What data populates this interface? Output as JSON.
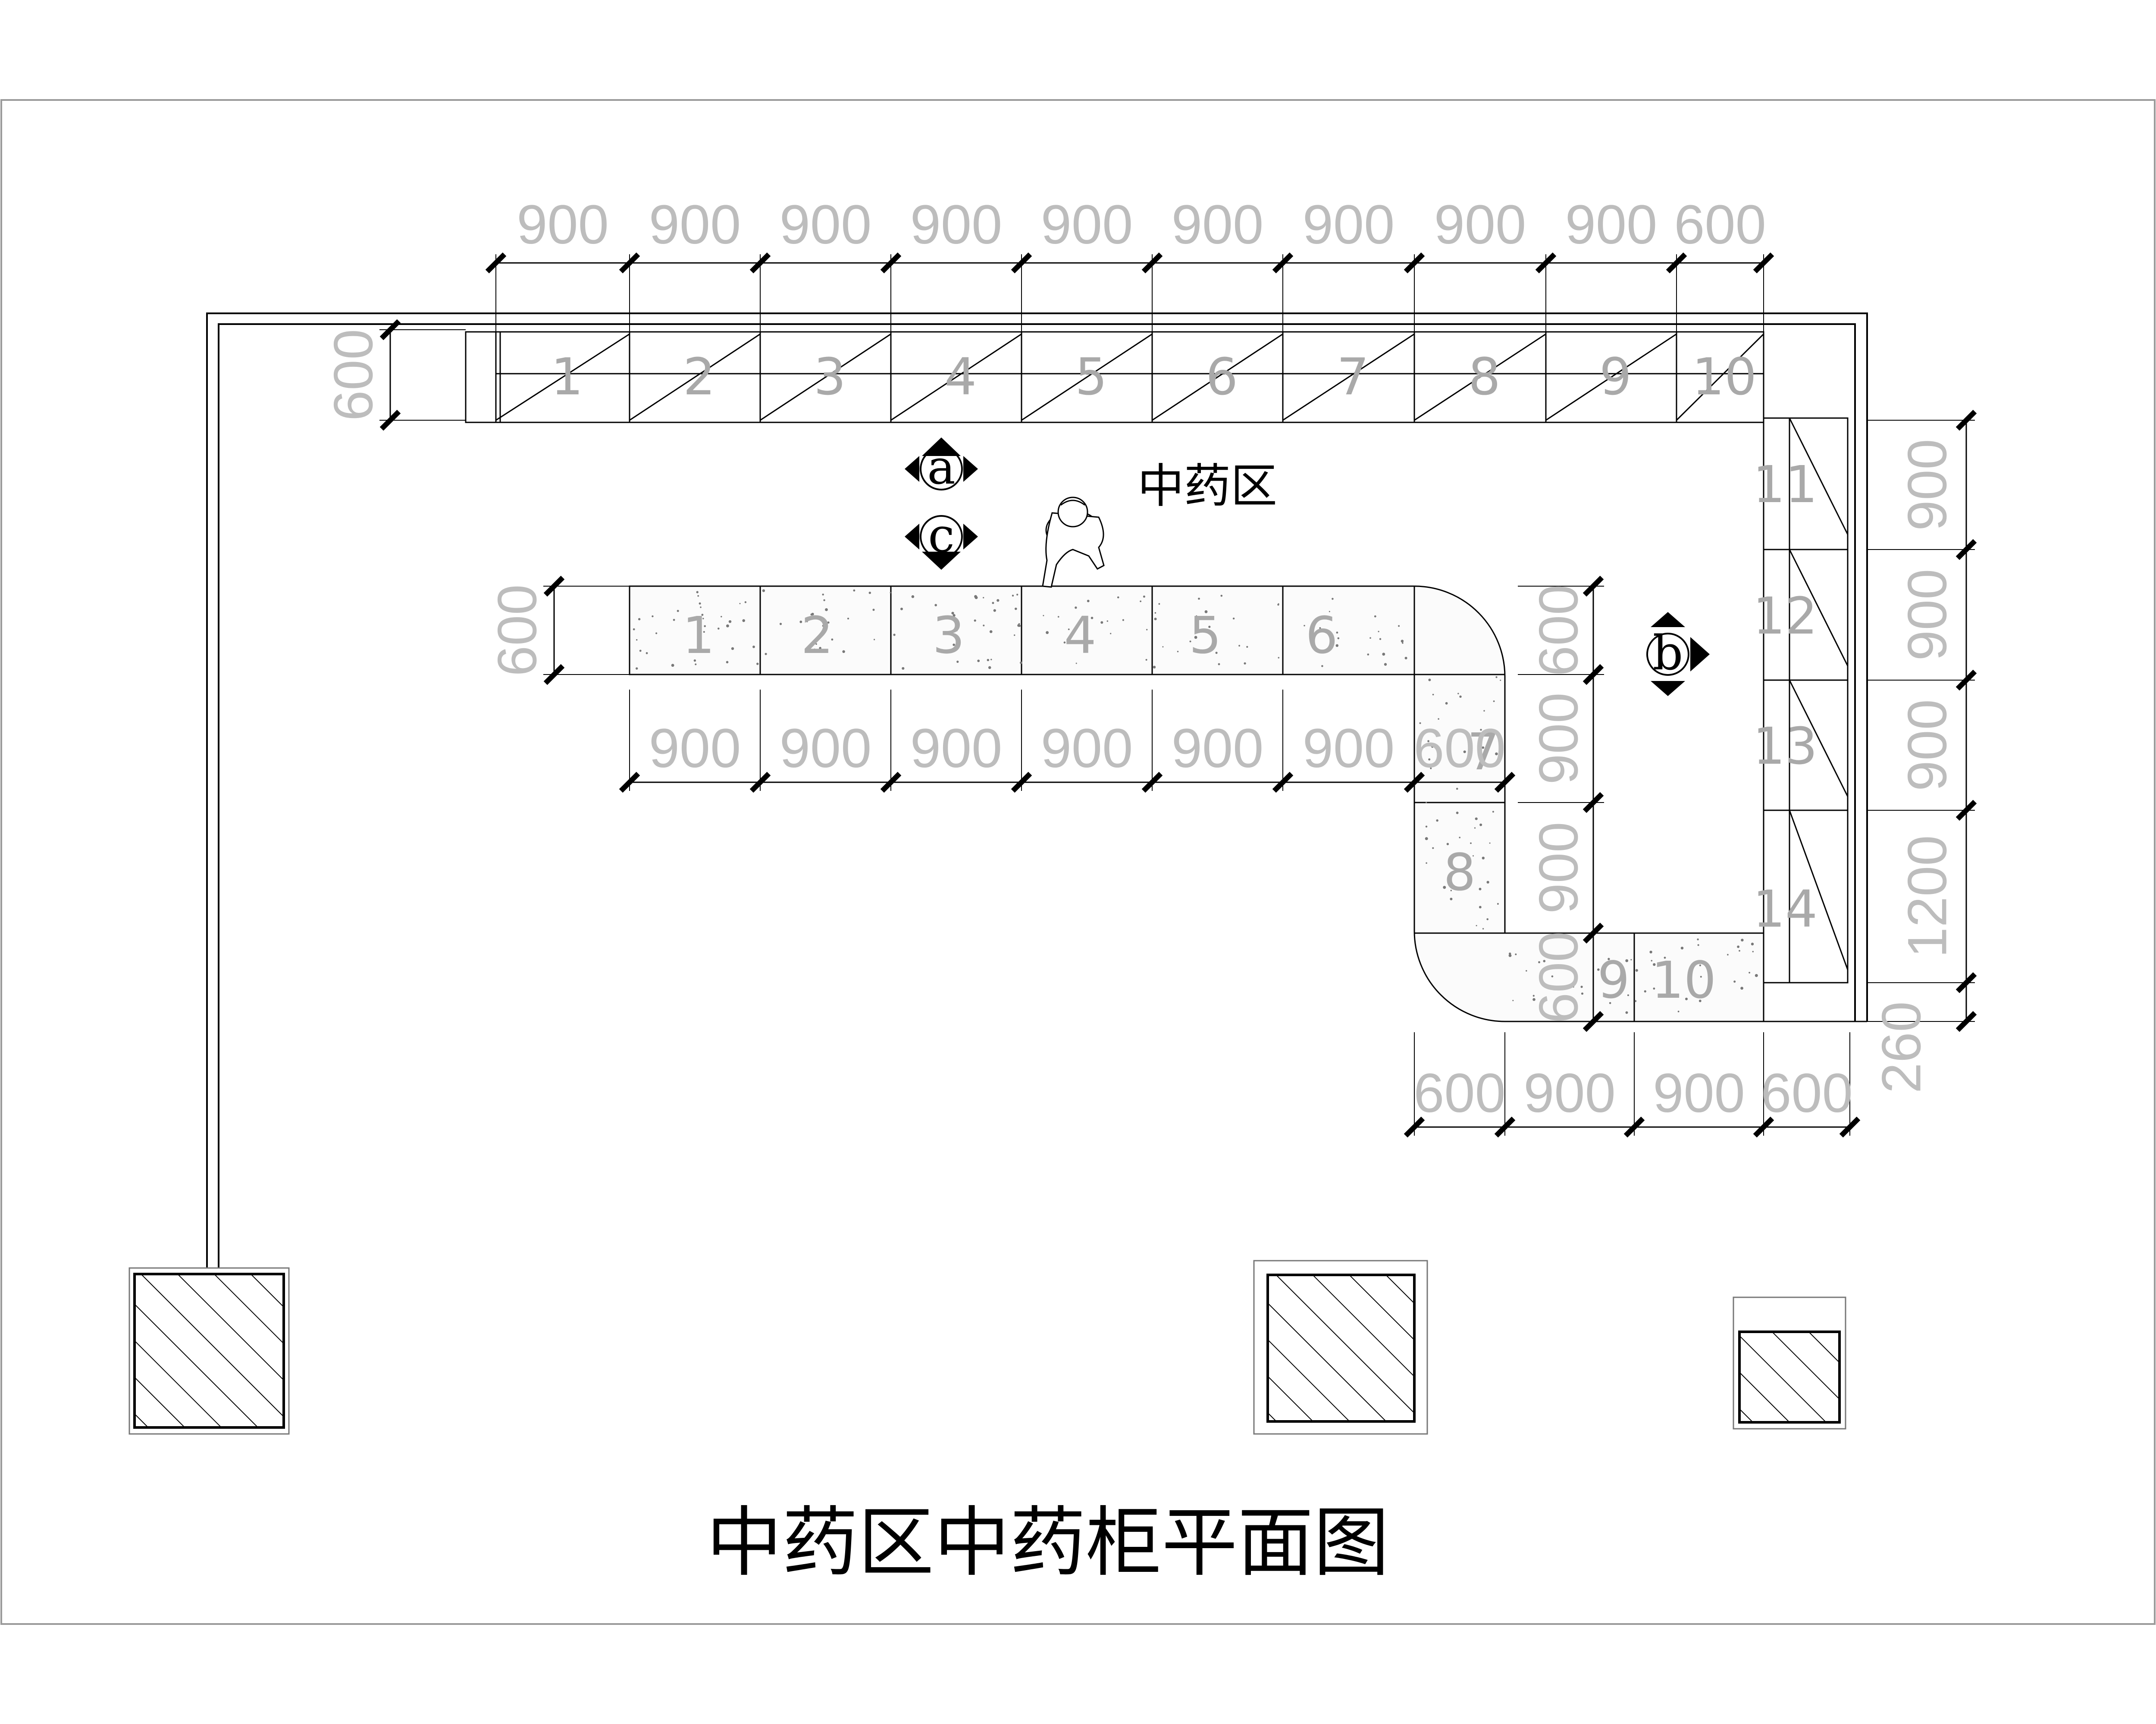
{
  "title": "中药区中药柜平面图",
  "zone_label": "中药区",
  "view_markers": [
    "a",
    "b",
    "c"
  ],
  "top_dims": [
    "900",
    "900",
    "900",
    "900",
    "900",
    "900",
    "900",
    "900",
    "900",
    "600"
  ],
  "top_left_dim": "600",
  "wall_cabinet_nums": [
    "1",
    "2",
    "3",
    "4",
    "5",
    "6",
    "7",
    "8",
    "9",
    "10"
  ],
  "right_cabinet_nums": [
    "11",
    "12",
    "13",
    "14"
  ],
  "right_dims": [
    "900",
    "900",
    "900",
    "1200",
    "260"
  ],
  "island_left_dim": "600",
  "island_nums_row": [
    "1",
    "2",
    "3",
    "4",
    "5",
    "6"
  ],
  "island_nums_lower": [
    "7",
    "8",
    "9",
    "10"
  ],
  "island_bottom_dims": [
    "900",
    "900",
    "900",
    "900",
    "900",
    "900",
    "600"
  ],
  "island_right_dims": [
    "600",
    "900",
    "900",
    "600"
  ],
  "bottom_dims": [
    "600",
    "900",
    "900",
    "600"
  ],
  "colors": {
    "line": "#000000",
    "dim_text": "#bdbdbd",
    "cabinet_num": "#a9a9a9",
    "frame": "#9a9a9a"
  },
  "icons": [
    "person-icon",
    "view-marker-icon"
  ]
}
